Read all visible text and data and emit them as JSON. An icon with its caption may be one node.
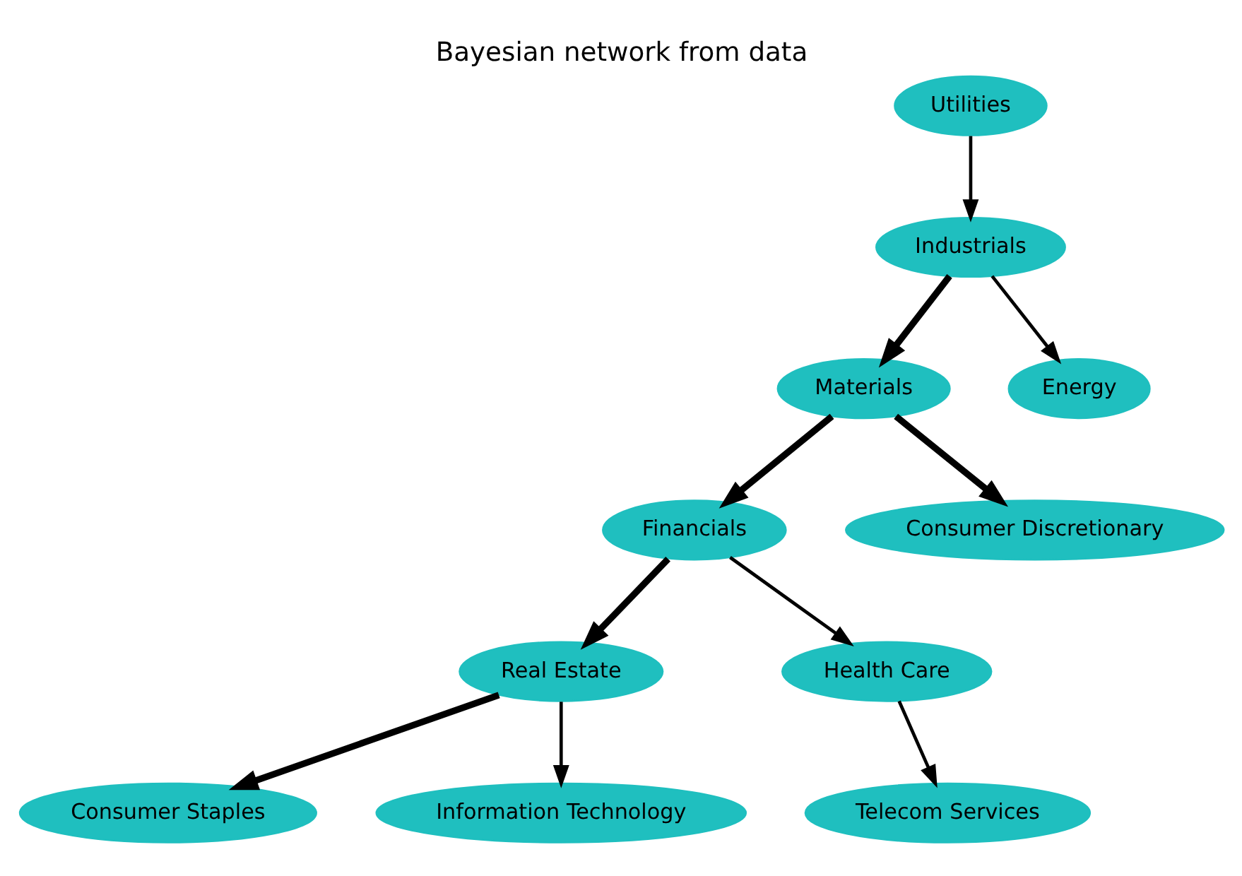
{
  "diagram": {
    "title": "Bayesian network from data",
    "nodes": [
      {
        "text": [
          "Utilities"
        ]
      },
      {
        "text": [
          "Industrials"
        ]
      },
      {
        "text": [
          "Financials"
        ]
      },
      {
        "text": [
          "Materials"
        ]
      },
      {
        "text": [
          "Energy"
        ]
      },
      {
        "text": [
          "Real Estate"
        ]
      },
      {
        "text": [
          "Health Care"
        ]
      },
      {
        "text": [
          "Consumer Discretionary"
        ]
      },
      {
        "text": [
          "Telecom Services"
        ]
      },
      {
        "text": [
          "Consumer Staples"
        ]
      },
      {
        "text": [
          "Information Technology"
        ]
      }
    ],
    "edges": [
      {
        "from": 0,
        "to": 1,
        "arrow": "to"
      },
      {
        "from": 1,
        "to": 3,
        "arrow": "to",
        "style": "thick"
      },
      {
        "from": 1,
        "to": 4,
        "arrow": "to"
      },
      {
        "from": 3,
        "to": 2,
        "arrow": "to",
        "style": "thick"
      },
      {
        "from": 2,
        "to": 5,
        "arrow": "to",
        "style": "thick"
      },
      {
        "from": 3,
        "to": 7,
        "arrow": "to",
        "style": "thick"
      },
      {
        "from": 2,
        "to": 6,
        "arrow": "to"
      },
      {
        "from": 6,
        "to": 8,
        "arrow": "to"
      },
      {
        "from": 5,
        "to": 10,
        "arrow": "to"
      },
      {
        "from": 5,
        "to": 9,
        "arrow": "to",
        "style": "thick"
      }
    ]
  }
}
